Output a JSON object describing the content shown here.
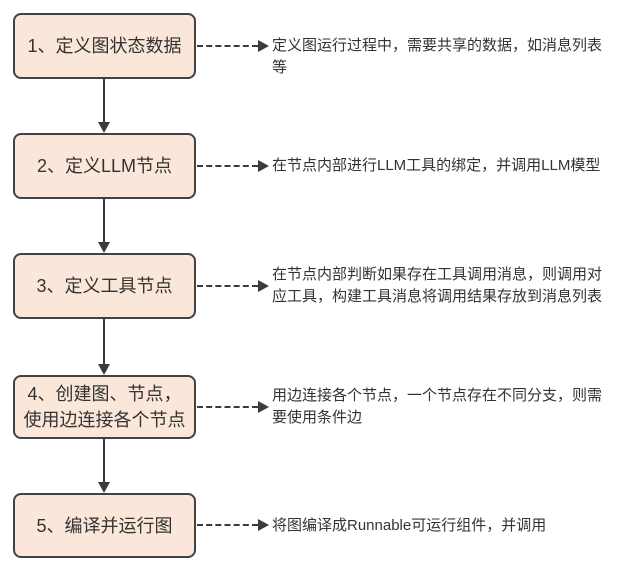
{
  "diagram": {
    "type": "flowchart",
    "direction": "top-to-bottom",
    "steps": [
      {
        "label": "1、定义图状态数据",
        "label_lines": [
          "1、定义图状态数据"
        ],
        "note": "定义图运行过程中，需要共享的数据，如消息列表等"
      },
      {
        "label": "2、定义LLM节点",
        "label_lines": [
          "2、定义LLM节点"
        ],
        "note": "在节点内部进行LLM工具的绑定，并调用LLM模型"
      },
      {
        "label": "3、定义工具节点",
        "label_lines": [
          "3、定义工具节点"
        ],
        "note": "在节点内部判断如果存在工具调用消息，则调用对应工具，构建工具消息将调用结果存放到消息列表"
      },
      {
        "label": "4、创建图、节点，使用边连接各个节点",
        "label_lines": [
          "4、创建图、节点，",
          "使用边连接各个节点"
        ],
        "note": "用边连接各个节点，一个节点存在不同分支，则需要使用条件边"
      },
      {
        "label": "5、编译并运行图",
        "label_lines": [
          "5、编译并运行图"
        ],
        "note": "将图编译成Runnable可运行组件，并调用"
      }
    ]
  },
  "colors": {
    "box_fill": "#FBE7D9",
    "box_border": "#424242",
    "line": "#3b3b3b",
    "text": "#333333",
    "page_bg": "#ffffff"
  }
}
